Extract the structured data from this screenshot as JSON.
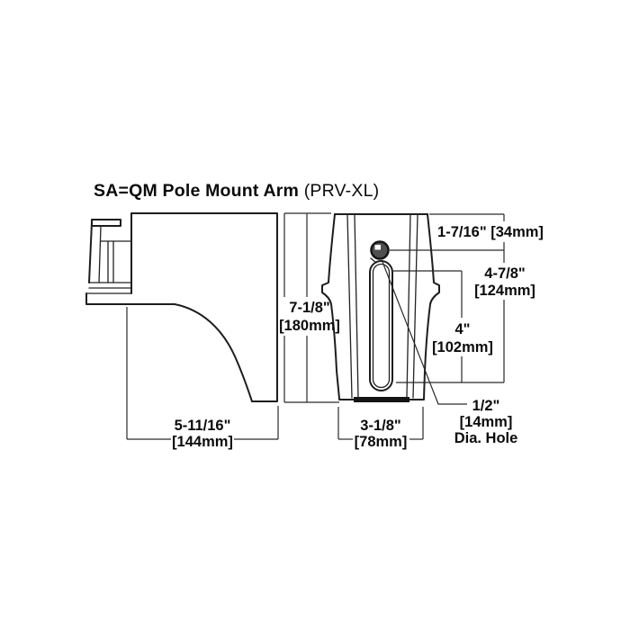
{
  "title": {
    "product_bold": "SA=QM Pole Mount Arm",
    "model_regular": "(PRV-XL)"
  },
  "dimensions": {
    "top_to_hole_center": {
      "value": "1-7/16\" [34mm]"
    },
    "hole_to_slot_bottom": {
      "inches": "4-7/8\"",
      "mm": "[124mm]"
    },
    "slot_length": {
      "inches": "4\"",
      "mm": "[102mm]"
    },
    "overall_height": {
      "inches": "7-1/8\"",
      "mm": "[180mm]"
    },
    "arm_length": {
      "inches": "5-11/16\"",
      "mm": "[144mm]"
    },
    "arm_width": {
      "inches": "3-1/8\"",
      "mm": "[78mm]"
    },
    "mounting_hole": {
      "inches": "1/2\"",
      "mm": "[14mm]",
      "label": "Dia. Hole"
    }
  },
  "colors": {
    "background": "#ffffff",
    "line": "#1d1d1d",
    "text": "#0b0b0b"
  }
}
